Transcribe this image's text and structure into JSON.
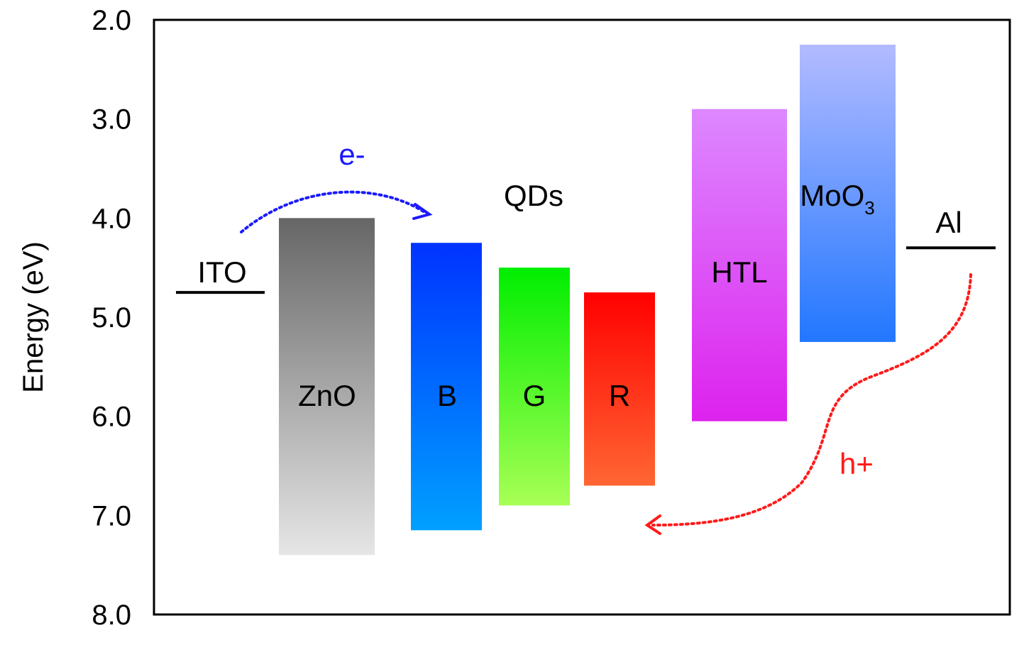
{
  "chart_data": {
    "type": "energy-level diagram",
    "ylabel": "Energy (eV)",
    "ylim": [
      8.0,
      2.0
    ],
    "yticks": [
      "2.0",
      "3.0",
      "4.0",
      "5.0",
      "6.0",
      "7.0",
      "8.0"
    ],
    "electrodes": [
      {
        "label": "ITO",
        "energy": 4.75
      },
      {
        "label": "Al",
        "energy": 4.3
      }
    ],
    "bands": [
      {
        "label": "ZnO",
        "top": 4.0,
        "bottom": 7.4,
        "color_top": "#666666",
        "color_bottom": "#e6e6e6"
      },
      {
        "label": "B",
        "top": 4.25,
        "bottom": 7.15,
        "color_top": "#0033ff",
        "color_bottom": "#00a0ff"
      },
      {
        "label": "G",
        "top": 4.5,
        "bottom": 6.9,
        "color_top": "#00ee00",
        "color_bottom": "#a8ff55"
      },
      {
        "label": "R",
        "top": 4.75,
        "bottom": 6.7,
        "color_top": "#ff0000",
        "color_bottom": "#ff6633"
      },
      {
        "label": "HTL",
        "top": 2.9,
        "bottom": 6.05,
        "color_top": "#dd88ff",
        "color_bottom": "#dd22ee"
      },
      {
        "label": "MoO",
        "label_sub": "3",
        "top": 2.25,
        "bottom": 5.25,
        "color_top": "#b3bbff",
        "color_bottom": "#2277ff"
      }
    ],
    "group_label": "QDs",
    "carriers": [
      {
        "label": "e-",
        "color": "#1a1aff"
      },
      {
        "label": "h+",
        "color": "#ff1a1a"
      }
    ]
  }
}
